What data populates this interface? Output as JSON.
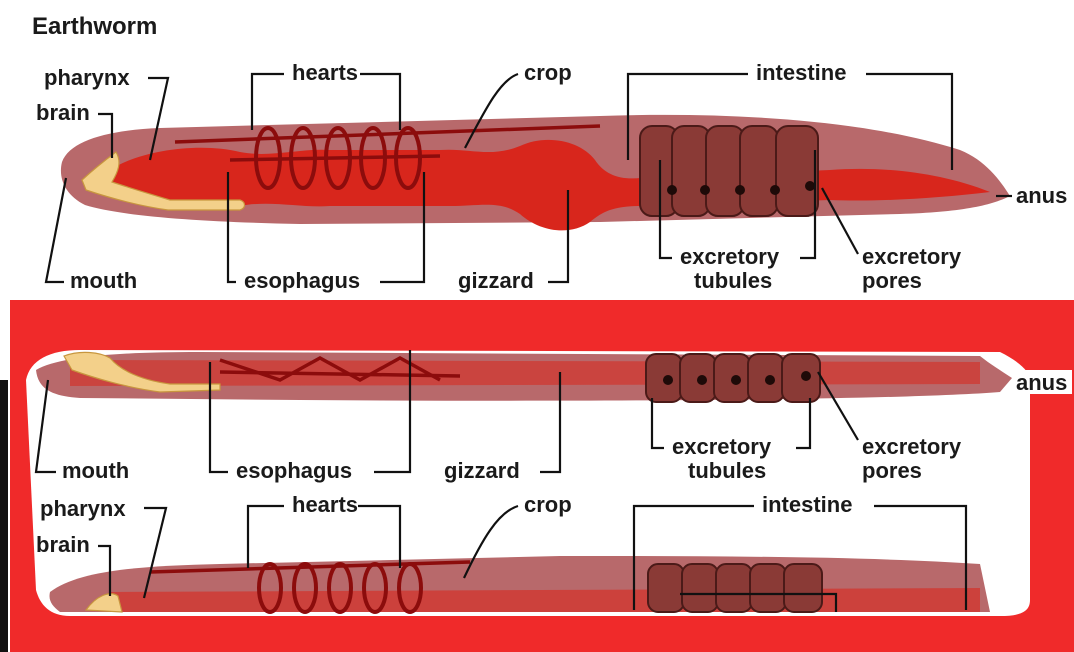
{
  "top_diagram": {
    "title": "Earthworm",
    "labels": {
      "pharynx": "pharynx",
      "brain": "brain",
      "hearts": "hearts",
      "crop": "crop",
      "intestine": "intestine",
      "anus": "anus",
      "mouth": "mouth",
      "esophagus": "esophagus",
      "gizzard": "gizzard",
      "excretory_tubules_1": "excretory",
      "excretory_tubules_2": "tubules",
      "excretory_pores_1": "excretory",
      "excretory_pores_2": "pores"
    }
  },
  "bottom_diagram": {
    "labels": {
      "anus": "anus",
      "mouth": "mouth",
      "esophagus": "esophagus",
      "gizzard": "gizzard",
      "excretory_tubules_1": "excretory",
      "excretory_tubules_2": "tubules",
      "excretory_pores_1": "excretory",
      "excretory_pores_2": "pores",
      "pharynx": "pharynx",
      "hearts": "hearts",
      "crop": "crop",
      "intestine": "intestine",
      "brain": "brain"
    }
  },
  "colors": {
    "frame_red": "#f02a2a",
    "body_skin": "#b8696b",
    "gut_red": "#d8261c",
    "vessel_dark": "#8c0c0c",
    "nerve_yellow": "#f3d08a",
    "tube_brown": "#8a3a36"
  }
}
